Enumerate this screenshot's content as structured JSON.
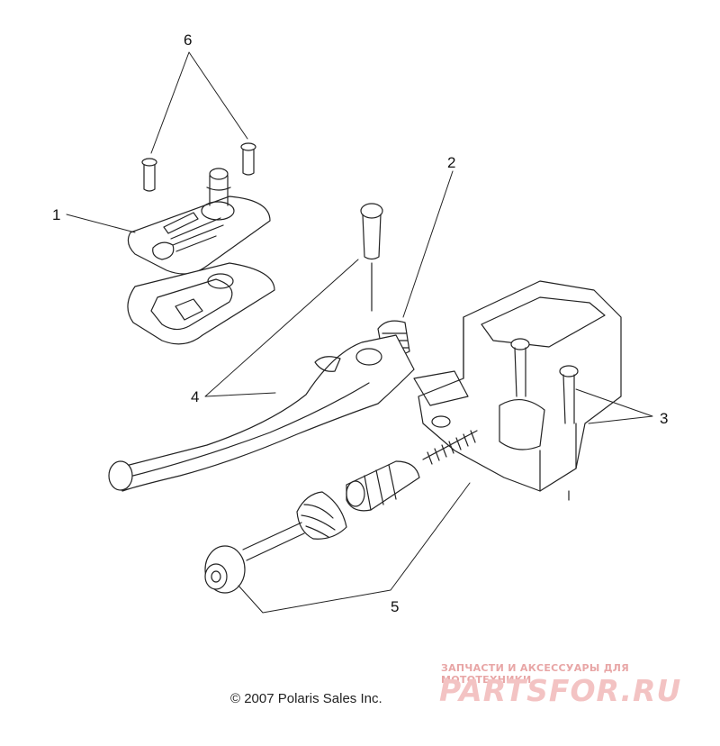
{
  "diagram": {
    "callouts": [
      {
        "id": "1",
        "label": "1"
      },
      {
        "id": "2",
        "label": "2"
      },
      {
        "id": "3",
        "label": "3"
      },
      {
        "id": "4",
        "label": "4"
      },
      {
        "id": "5",
        "label": "5"
      },
      {
        "id": "6",
        "label": "6"
      }
    ],
    "copyright": "© 2007 Polaris Sales Inc.",
    "watermark": {
      "tagline": "ЗАПЧАСТИ И АКСЕССУАРЫ ДЛЯ МОТОТЕХНИКИ",
      "logo": "PARTSFOR.RU",
      "color": "#e8a0a0"
    },
    "line_color": "#222222"
  }
}
